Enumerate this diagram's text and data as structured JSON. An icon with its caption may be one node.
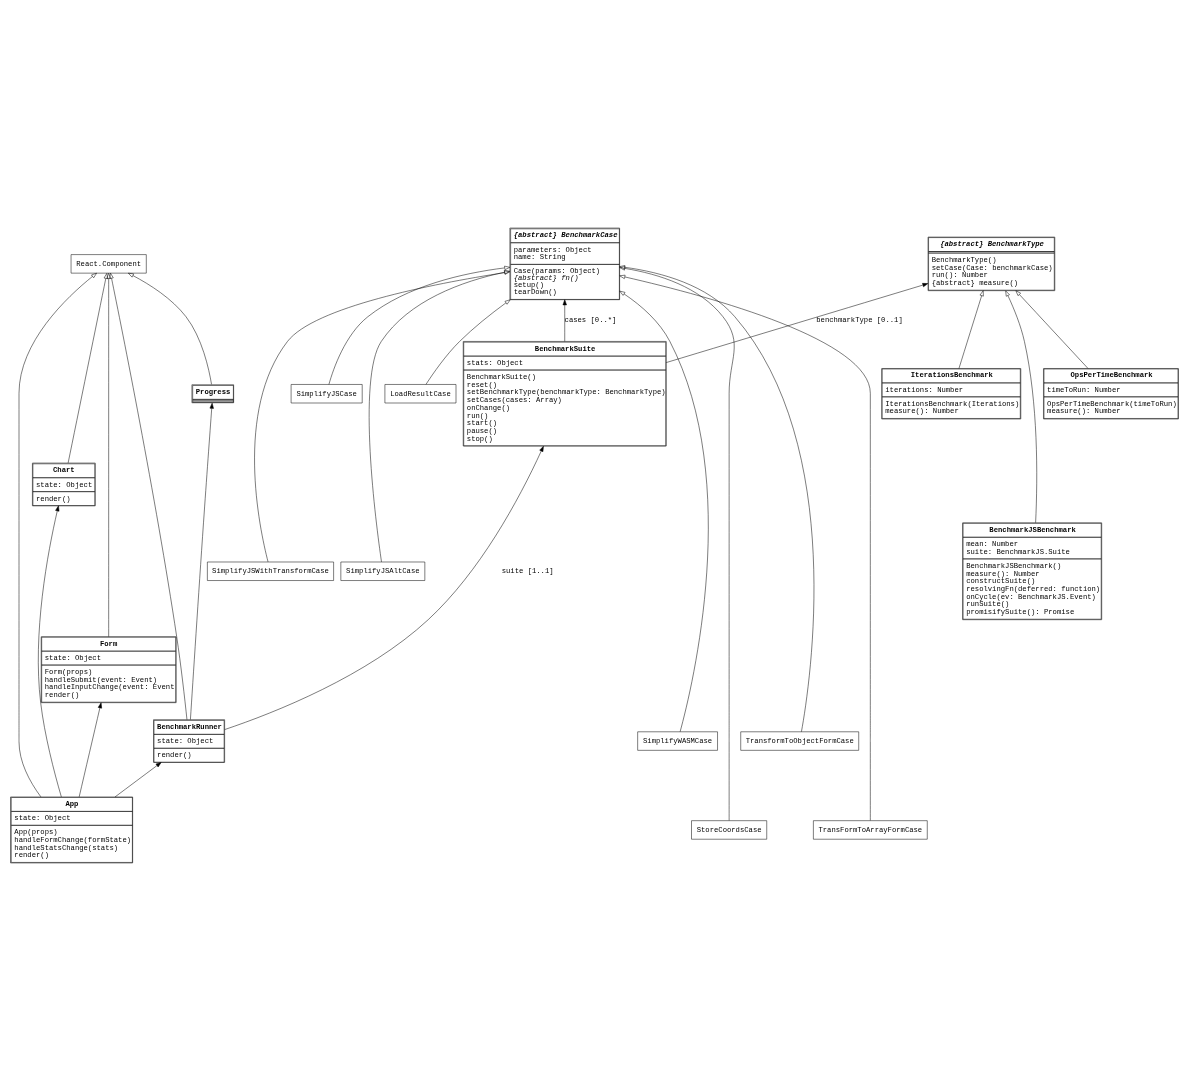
{
  "diagram": {
    "nodes": [
      {
        "text": [
          "React.Component"
        ]
      },
      {
        "text": [
          "Form",
          "state: Object",
          "Form(props)",
          "handleSubmit(event: Event)",
          "handleInputChange(event: Event",
          "render()"
        ]
      },
      {
        "text": [
          "App",
          "state: Object",
          "App(props)",
          "handleFormChange(formState)",
          "handleStatsChange(stats)",
          "render()"
        ]
      },
      {
        "text": [
          "Chart",
          "state: Object",
          "render()"
        ]
      },
      {
        "text": [
          "BenchmarkRunner",
          "state: Object",
          "render()"
        ]
      },
      {
        "text": [
          "Progress"
        ]
      },
      {
        "text": [
          "BenchmarkSuite",
          "stats: Object",
          "BenchmarkSuite()",
          "reset()",
          "setBenchmarkType(benchmarkType: BenchmarkType)",
          "setCases(cases: Array)",
          "onChange()",
          "run()",
          "start()",
          "pause()",
          "stop()"
        ]
      },
      {
        "text": [
          "SimplifyJSCase"
        ]
      },
      {
        "text": [
          "SimplifyJSAltCase"
        ]
      },
      {
        "text": [
          "SimplifyWASMCase"
        ]
      },
      {
        "text": [
          "StoreCoordsCase"
        ]
      },
      {
        "text": [
          "LoadResultCase"
        ]
      },
      {
        "text": [
          "SimplifyJSWithTransformCase"
        ]
      },
      {
        "text": [
          "TransformToObjectFormCase"
        ]
      },
      {
        "text": [
          "TransFormToArrayFormCase"
        ]
      },
      {
        "text": [
          "{abstract} BenchmarkCase",
          "parameters: Object",
          "name: String",
          "Case(params: Object)",
          "{abstract} fn()",
          "setup()",
          "tearDown()"
        ]
      },
      {
        "text": [
          "{abstract} BenchmarkType",
          "BenchmarkType()",
          "setCase(Case: benchmarkCase)",
          "run(): Number",
          "{abstract} measure()"
        ]
      },
      {
        "text": [
          "BenchmarkJSBenchmark",
          "mean: Number",
          "suite: BenchmarkJS.Suite",
          "BenchmarkJSBenchmark()",
          "measure(): Number",
          "constructSuite()",
          "resolvingFn(deferred: function)",
          "onCycle(ev: BenchmarkJS.Event)",
          "runSuite()",
          "promisifySuite(): Promise"
        ]
      },
      {
        "text": [
          "OpsPerTimeBenchmark",
          "timeToRun: Number",
          "OpsPerTimeBenchmark(timeToRun)",
          "measure(): Number"
        ]
      },
      {
        "text": [
          "IterationsBenchmark",
          "iterations: Number",
          "IterationsBenchmark(Iterations)",
          "measure(): Number"
        ]
      }
    ],
    "edges": [
      {
        "from": 2,
        "to": 0,
        "arrow": "to"
      },
      {
        "from": 1,
        "to": 0,
        "arrow": "to"
      },
      {
        "from": 3,
        "to": 0,
        "arrow": "to"
      },
      {
        "from": 4,
        "to": 0,
        "arrow": "to"
      },
      {
        "from": 5,
        "to": 0,
        "arrow": "to"
      },
      {
        "from": 2,
        "to": 1,
        "arrow": "to"
      },
      {
        "from": 2,
        "to": 3,
        "arrow": "to"
      },
      {
        "from": 2,
        "to": 4,
        "arrow": "to"
      },
      {
        "from": 4,
        "to": 5,
        "arrow": "to"
      },
      {
        "from": 4,
        "to": 6,
        "arrow": "to",
        "label": "suite [1..1]"
      },
      {
        "from": 6,
        "to": 15,
        "arrow": "to",
        "label": "cases [0..*]"
      },
      {
        "from": 6,
        "to": 16,
        "arrow": "to",
        "label": "benchmarkType [0..1]"
      },
      {
        "from": 7,
        "to": 15,
        "arrow": "to"
      },
      {
        "from": 8,
        "to": 15,
        "arrow": "to"
      },
      {
        "from": 9,
        "to": 15,
        "arrow": "to"
      },
      {
        "from": 10,
        "to": 15,
        "arrow": "to"
      },
      {
        "from": 11,
        "to": 15,
        "arrow": "to"
      },
      {
        "from": 12,
        "to": 15,
        "arrow": "to"
      },
      {
        "from": 13,
        "to": 15,
        "arrow": "to"
      },
      {
        "from": 14,
        "to": 15,
        "arrow": "to"
      },
      {
        "from": 17,
        "to": 16,
        "arrow": "to"
      },
      {
        "from": 18,
        "to": 16,
        "arrow": "to"
      },
      {
        "from": 19,
        "to": 16,
        "arrow": "to"
      }
    ]
  }
}
